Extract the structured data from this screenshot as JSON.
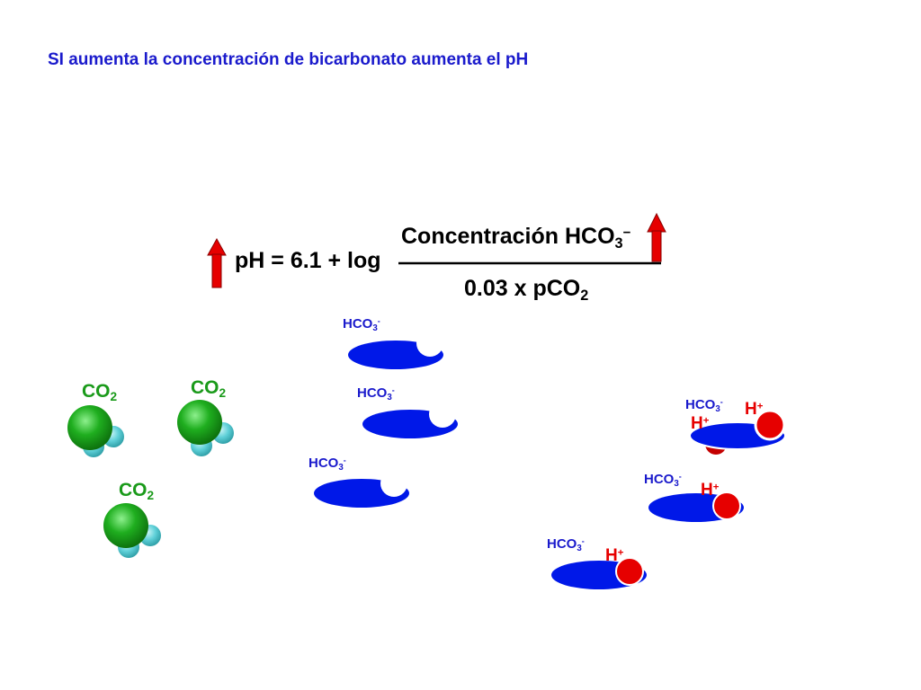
{
  "title": "SI aumenta la concentración de bicarbonato aumenta el pH",
  "equation": {
    "lhs": "pH = 6.1 + log",
    "numerator": "Concentración HCO",
    "numerator_sub": "3",
    "numerator_sup": "−",
    "denominator": "0.03 x pCO",
    "denominator_sub": "2"
  },
  "labels": {
    "co2": "CO",
    "co2_sub": "2",
    "hco3": "HCO",
    "hco3_sub": "3",
    "hco3_sup": "-",
    "h": "H",
    "h_sup": "+"
  },
  "colors": {
    "title": "#1a1acc",
    "arrow": "#e60000",
    "co2_label": "#1a9a1a",
    "molecule_green": "#1fae1f",
    "molecule_cyan": "#5fd0d8",
    "bicarbonate": "#0018e8",
    "proton": "#e60000"
  }
}
